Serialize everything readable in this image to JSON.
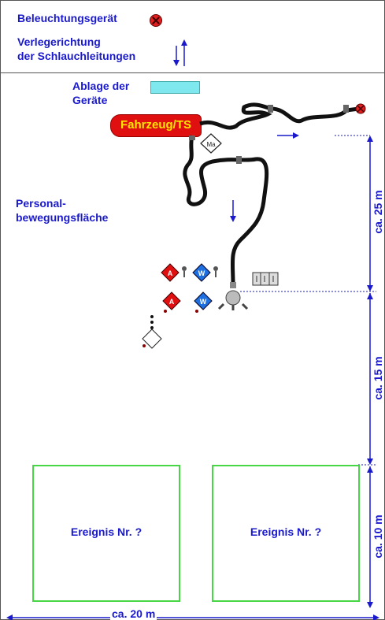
{
  "legend": {
    "lamp_label": "Beleuchtungsgerät",
    "hose_direction_label_line1": "Verlegerichtung",
    "hose_direction_label_line2": "der Schlauchleitungen"
  },
  "areas": {
    "storage_label_line1": "Ablage der",
    "storage_label_line2": "Geräte",
    "personnel_label_line1": "Personal-",
    "personnel_label_line2": "bewegungsfläche"
  },
  "vehicle": {
    "label": "Fahrzeug/TS"
  },
  "symbols": {
    "manifold_label": "Ma",
    "trupp_a": "A",
    "trupp_w": "W"
  },
  "events": [
    {
      "label": "Ereignis Nr. ?"
    },
    {
      "label": "Ereignis Nr. ?"
    }
  ],
  "dimensions": {
    "d25": "ca. 25 m",
    "d15": "ca. 15 m",
    "d10": "ca. 10 m",
    "d20": "ca. 20 m"
  },
  "colors": {
    "text": "#1a1acc",
    "vehicle": "#e01010",
    "vehicle_text": "#ffe600",
    "event_border": "#46d646",
    "storage": "#7fe8ef",
    "hose": "#111111"
  }
}
